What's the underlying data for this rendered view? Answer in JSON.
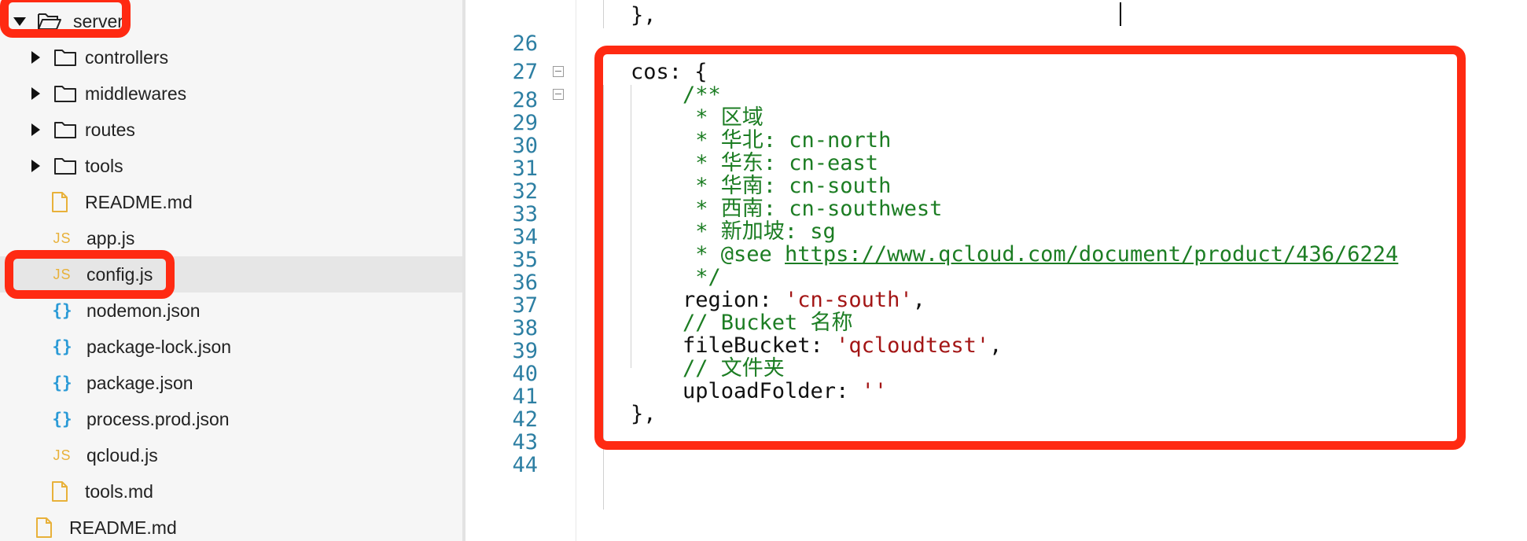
{
  "sidebar": {
    "root": {
      "label": "server",
      "icon": "folder-open-icon"
    },
    "items": [
      {
        "label": "controllers",
        "type": "folder"
      },
      {
        "label": "middlewares",
        "type": "folder"
      },
      {
        "label": "routes",
        "type": "folder"
      },
      {
        "label": "tools",
        "type": "folder"
      },
      {
        "label": "README.md",
        "type": "file-md"
      },
      {
        "label": "app.js",
        "type": "file-js",
        "badge": "JS"
      },
      {
        "label": "config.js",
        "type": "file-js",
        "badge": "JS",
        "selected": true
      },
      {
        "label": "nodemon.json",
        "type": "file-json",
        "badge": "{}"
      },
      {
        "label": "package-lock.json",
        "type": "file-json",
        "badge": "{}"
      },
      {
        "label": "package.json",
        "type": "file-json",
        "badge": "{}"
      },
      {
        "label": "process.prod.json",
        "type": "file-json",
        "badge": "{}"
      },
      {
        "label": "qcloud.js",
        "type": "file-js",
        "badge": "JS"
      },
      {
        "label": "tools.md",
        "type": "file-md"
      }
    ],
    "outer_file": {
      "label": "README.md",
      "type": "file-md"
    }
  },
  "editor": {
    "lines": [
      {
        "n": "26",
        "code": "},",
        "fold": false
      },
      {
        "n": "27",
        "code": "",
        "fold": false
      },
      {
        "n": "28",
        "code": "cos: {",
        "fold": true
      },
      {
        "n": "29",
        "comment": "/**",
        "fold": true
      },
      {
        "n": "30",
        "comment": " * 区域"
      },
      {
        "n": "31",
        "comment": " * 华北: cn-north"
      },
      {
        "n": "32",
        "comment": " * 华东: cn-east"
      },
      {
        "n": "33",
        "comment": " * 华南: cn-south"
      },
      {
        "n": "34",
        "comment": " * 西南: cn-southwest"
      },
      {
        "n": "35",
        "comment": " * 新加坡: sg"
      },
      {
        "n": "36",
        "comment": " * @see ",
        "link": "https://www.qcloud.com/document/product/436/6224"
      },
      {
        "n": "37",
        "comment": " */"
      },
      {
        "n": "38",
        "key": "region: ",
        "string": "'cn-south'",
        "tail": ","
      },
      {
        "n": "39",
        "comment": "// Bucket 名称"
      },
      {
        "n": "40",
        "key": "fileBucket: ",
        "string": "'qcloudtest'",
        "tail": ","
      },
      {
        "n": "41",
        "comment": "// 文件夹"
      },
      {
        "n": "42",
        "key": "uploadFolder: ",
        "string": "''",
        "tail": ""
      },
      {
        "n": "43",
        "code": "},"
      },
      {
        "n": "44",
        "code": ""
      }
    ]
  },
  "colors": {
    "annotation": "#ff2a12",
    "comment": "#1c7d23",
    "string": "#a31515",
    "line_number": "#2d7fa3",
    "js_badge": "#e8b13a",
    "json_badge": "#2a9ad6"
  }
}
